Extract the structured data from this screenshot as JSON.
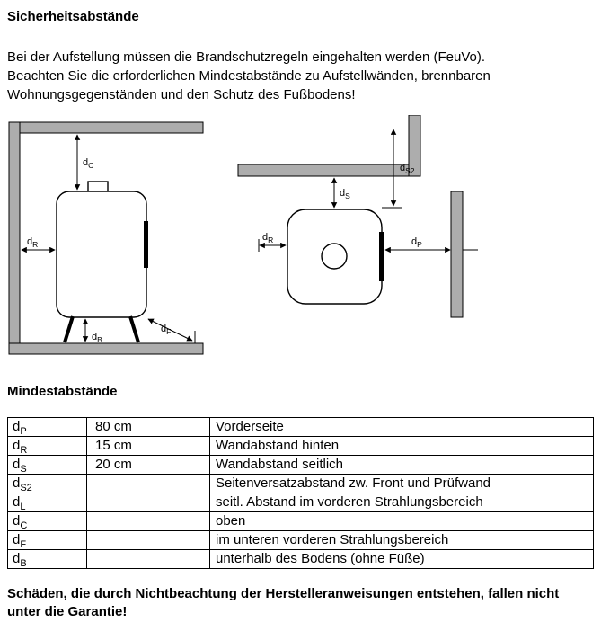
{
  "doc": {
    "title": "Sicherheitsabstände",
    "intro_1": "Bei der Aufstellung müssen die Brandschutzregeln eingehalten werden (FeuVo).",
    "intro_2": "Beachten Sie die erforderlichen Mindestabstände zu Aufstellwänden, brennbaren Wohnungsgegenständen und den Schutz des Fußbodens!",
    "section_heading": "Mindestabstände",
    "warning": "Schäden, die durch Nichtbeachtung der Herstelleranweisungen entstehen, fallen nicht unter die Garantie!"
  },
  "diagram": {
    "front_view": {
      "dC": {
        "base": "d",
        "sub": "C"
      },
      "dR": {
        "base": "d",
        "sub": "R"
      },
      "dB": {
        "base": "d",
        "sub": "B"
      },
      "dF": {
        "base": "d",
        "sub": "F"
      }
    },
    "top_view": {
      "dS": {
        "base": "d",
        "sub": "S"
      },
      "dS2": {
        "base": "d",
        "sub": "S2"
      },
      "dR": {
        "base": "d",
        "sub": "R"
      },
      "dP": {
        "base": "d",
        "sub": "P"
      }
    }
  },
  "table": {
    "rows": [
      {
        "base": "d",
        "sub": "P",
        "value": "80 cm",
        "desc": "Vorderseite"
      },
      {
        "base": "d",
        "sub": "R",
        "value": "15 cm",
        "desc": "Wandabstand hinten"
      },
      {
        "base": "d",
        "sub": "S",
        "value": "20 cm",
        "desc": "Wandabstand seitlich"
      },
      {
        "base": "d",
        "sub": "S2",
        "value": "",
        "desc": "Seitenversatzabstand zw. Front und Prüfwand"
      },
      {
        "base": "d",
        "sub": "L",
        "value": "",
        "desc": "seitl. Abstand im vorderen Strahlungsbereich"
      },
      {
        "base": "d",
        "sub": "C",
        "value": "",
        "desc": "oben"
      },
      {
        "base": "d",
        "sub": "F",
        "value": "",
        "desc": "im unteren vorderen Strahlungsbereich"
      },
      {
        "base": "d",
        "sub": "B",
        "value": "",
        "desc": "unterhalb des Bodens (ohne Füße)"
      }
    ]
  }
}
